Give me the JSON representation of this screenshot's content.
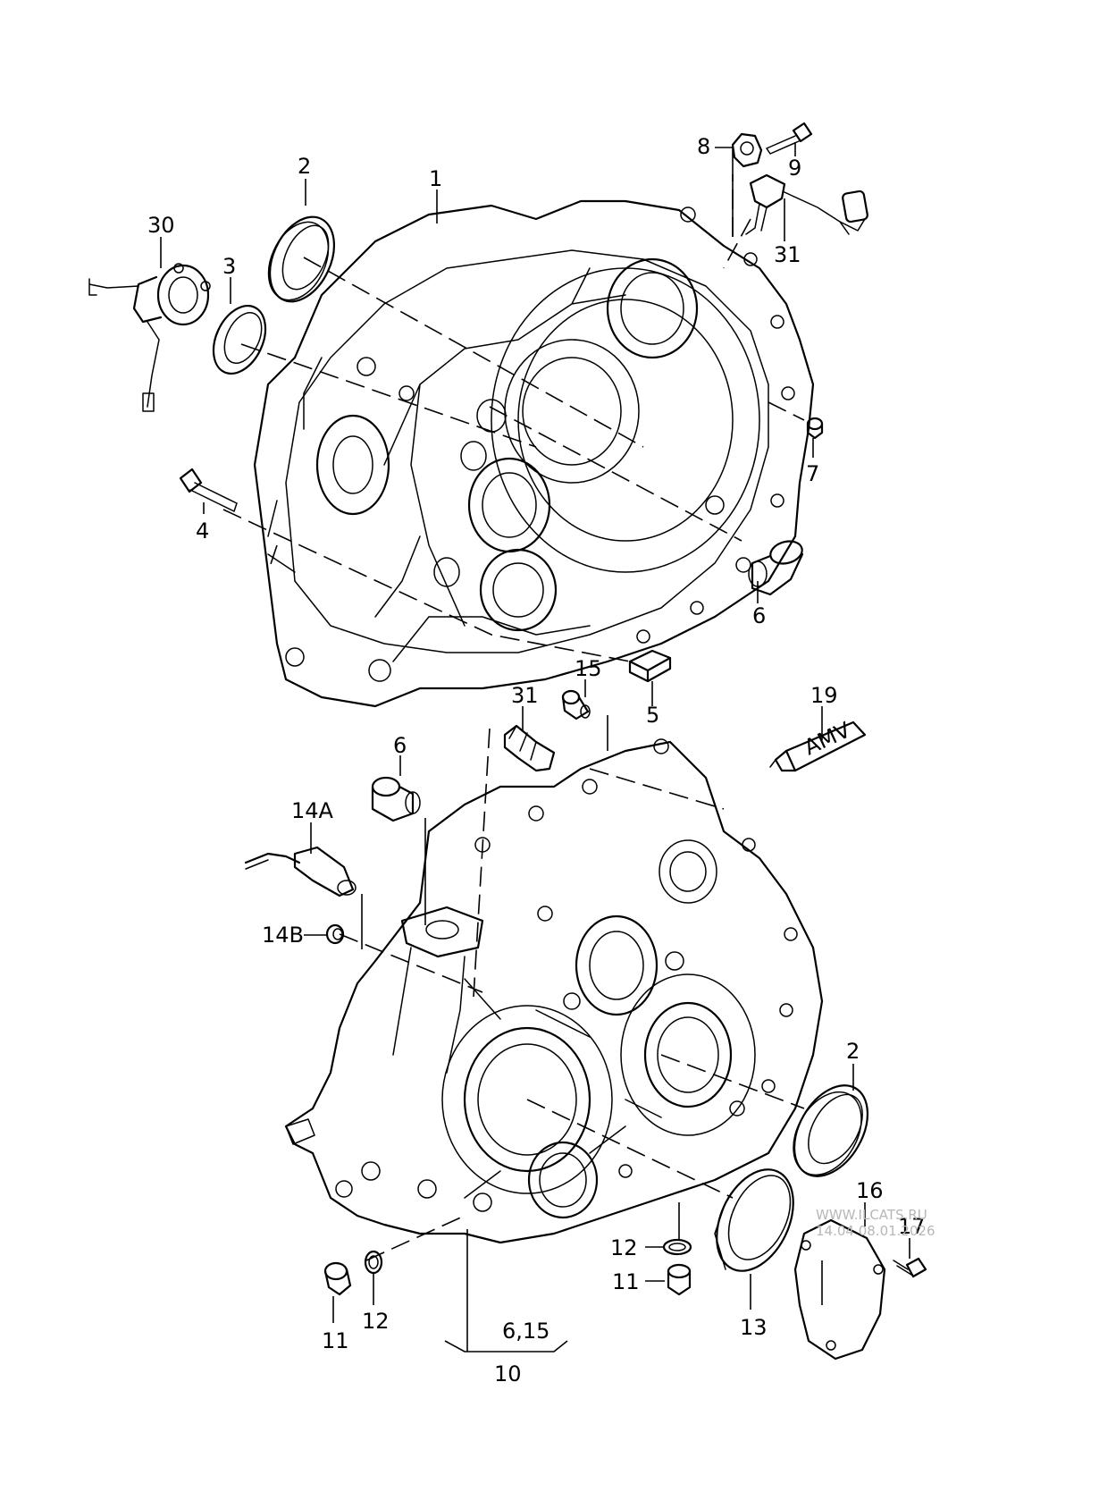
{
  "labels": {
    "l1": "1",
    "l2_top": "2",
    "l3": "3",
    "l4": "4",
    "l5": "5",
    "l6_top": "6",
    "l7": "7",
    "l8": "8",
    "l9": "9",
    "l30": "30",
    "l31_top": "31",
    "l15": "15",
    "l31_mid": "31",
    "l19": "19",
    "l6_mid": "6",
    "l14A": "14A",
    "l14B": "14B",
    "l2_bot": "2",
    "l16": "16",
    "l17": "17",
    "l12_right": "12",
    "l11_right": "11",
    "l6_15": "6,15",
    "l10": "10",
    "l13": "13",
    "l11_left": "11",
    "l12_left": "12"
  },
  "tube_text": "AMV",
  "watermark": {
    "line1": "WWW.ILCATS.RU",
    "line2": "14.04 08.01.2026"
  },
  "colors": {
    "ink": "#000000",
    "watermark": "#b7b7b7",
    "background": "#ffffff"
  }
}
